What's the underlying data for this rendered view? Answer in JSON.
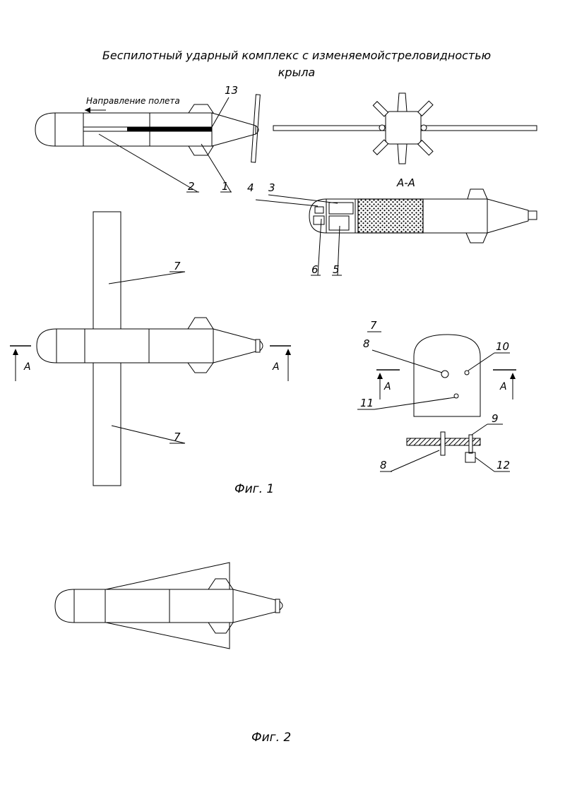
{
  "title": {
    "line1": "Беспилотный ударный комплекс с изменяемойстреловидностью",
    "line2": "крыла"
  },
  "labels": {
    "flight_direction": "Направление полета",
    "section": "А-А",
    "section_letter": "А"
  },
  "parts": {
    "n1": "1",
    "n2": "2",
    "n3": "3",
    "n4": "4",
    "n5": "5",
    "n6": "6",
    "n7": "7",
    "n8": "8",
    "n9": "9",
    "n10": "10",
    "n11": "11",
    "n12": "12",
    "n13": "13"
  },
  "figures": {
    "fig1": "Фиг. 1",
    "fig2": "Фиг. 2"
  }
}
